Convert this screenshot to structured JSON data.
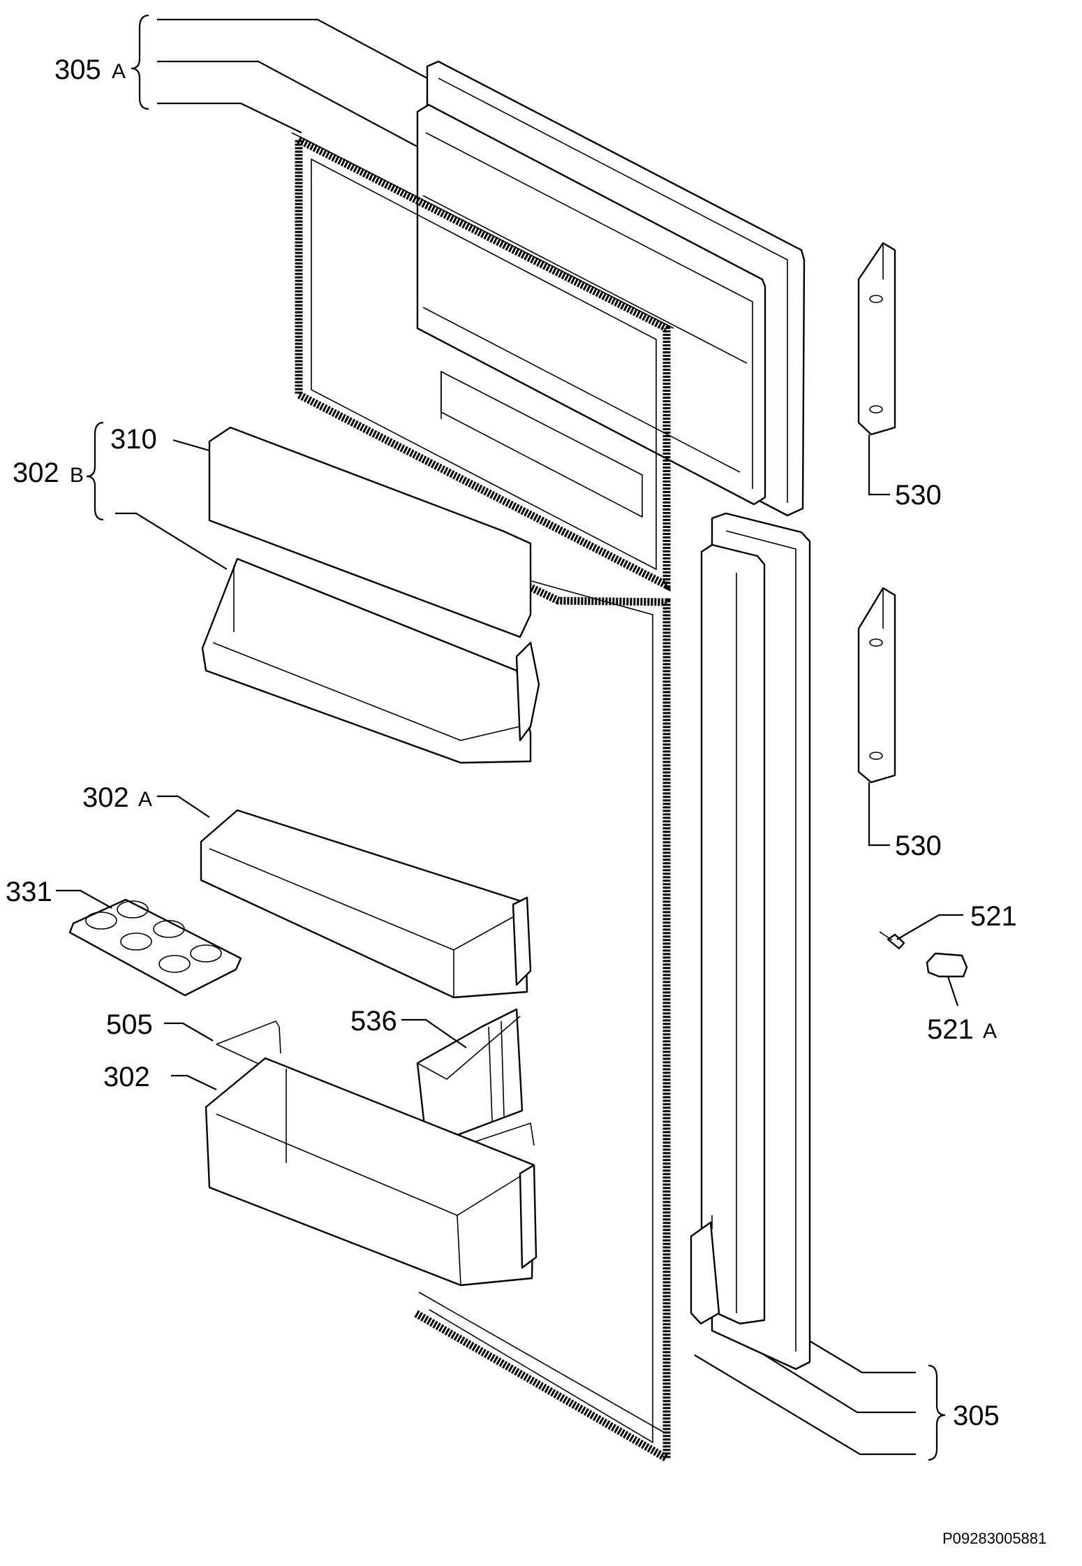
{
  "labels": {
    "l305A_num": "305",
    "l305A_suffix": "A",
    "l302B_num": "302",
    "l302B_suffix": "B",
    "l310": "310",
    "l530_top": "530",
    "l530_bottom": "530",
    "l302A_num": "302",
    "l302A_suffix": "A",
    "l331": "331",
    "l521": "521",
    "l521A_num": "521",
    "l521A_suffix": "A",
    "l505": "505",
    "l536": "536",
    "l302": "302",
    "l305": "305"
  },
  "drawing_code": "P09283005881"
}
